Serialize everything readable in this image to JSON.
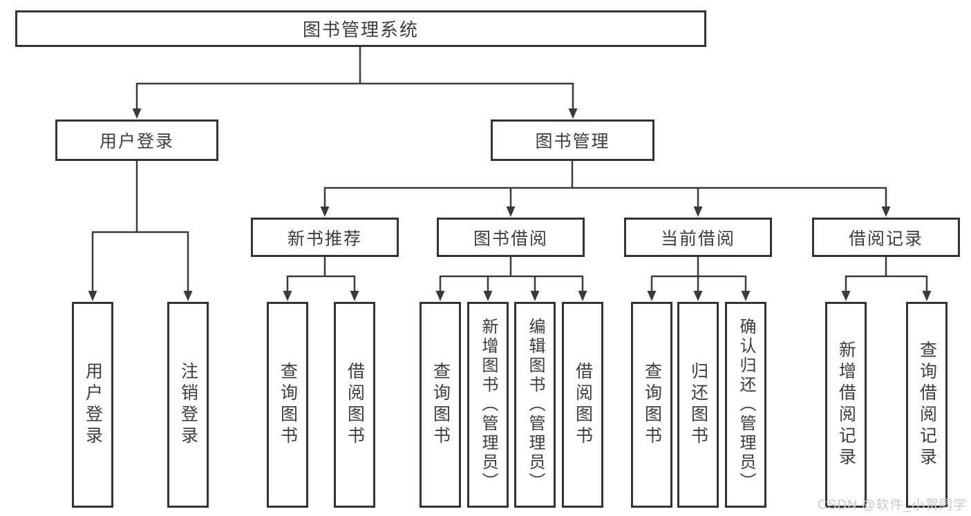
{
  "diagram": {
    "root": {
      "label": "图书管理系统"
    },
    "level2": {
      "user_login": {
        "label": "用户登录"
      },
      "book_management": {
        "label": "图书管理"
      }
    },
    "level3": {
      "new_book_recommend": {
        "label": "新书推荐"
      },
      "book_borrow": {
        "label": "图书借阅"
      },
      "current_borrow": {
        "label": "当前借阅"
      },
      "borrow_records": {
        "label": "借阅记录"
      }
    },
    "leaves": {
      "user_login_leaf": {
        "label": "用户登录"
      },
      "logout": {
        "label": "注销登录"
      },
      "nb_query_books": {
        "label": "查询图书"
      },
      "nb_borrow_books": {
        "label": "借阅图书"
      },
      "bw_query_books": {
        "label": "查询图书"
      },
      "bw_add_books_admin": {
        "label": "新增图书（管理员）"
      },
      "bw_edit_books_admin": {
        "label": "编辑图书（管理员）"
      },
      "bw_borrow_books": {
        "label": "借阅图书"
      },
      "cur_query_books": {
        "label": "查询图书"
      },
      "cur_return_books": {
        "label": "归还图书"
      },
      "cur_confirm_return_admin": {
        "label": "确认归还（管理员）"
      },
      "rec_add_record": {
        "label": "新增借阅记录"
      },
      "rec_query_record": {
        "label": "查询借阅记录"
      }
    }
  },
  "watermark": "CSDN @软件_小贺同学",
  "colors": {
    "box_border": "#333333",
    "line": "#3a3a3a",
    "text": "#3d3d3d",
    "watermark": "#c9c9c9",
    "background": "#ffffff"
  }
}
